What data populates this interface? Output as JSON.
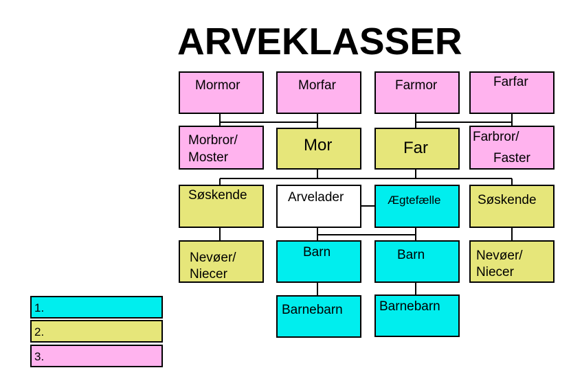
{
  "title": "ARVEKLASSER",
  "colors": {
    "class1": "#00eeee",
    "class2": "#e6e67a",
    "class3": "#ffb3ee",
    "white": "#ffffff",
    "line": "#000000"
  },
  "nodes": {
    "mormor": "Mormor",
    "morfar": "Morfar",
    "farmor": "Farmor",
    "farfar": "Farfar",
    "morbror_line1": "Morbror/",
    "morbror_line2": "Moster",
    "mor": "Mor",
    "far": "Far",
    "farbror_line1": "Farbror/",
    "farbror_line2": "Faster",
    "soskende_left": "Søskende",
    "arvelader": "Arvelader",
    "aegtefaelle": "Ægtefælle",
    "soskende_right": "Søskende",
    "nevoer_left_line1": "Nevøer/",
    "nevoer_left_line2": "Niecer",
    "barn_left": "Barn",
    "barn_right": "Barn",
    "nevoer_right_line1": "Nevøer/",
    "nevoer_right_line2": "Niecer",
    "barnebarn_left": "Barnebarn",
    "barnebarn_right": "Barnebarn"
  },
  "legend": [
    {
      "label": "1.",
      "color": "#00eeee"
    },
    {
      "label": "2.",
      "color": "#e6e67a"
    },
    {
      "label": "3.",
      "color": "#ffb3ee"
    }
  ]
}
